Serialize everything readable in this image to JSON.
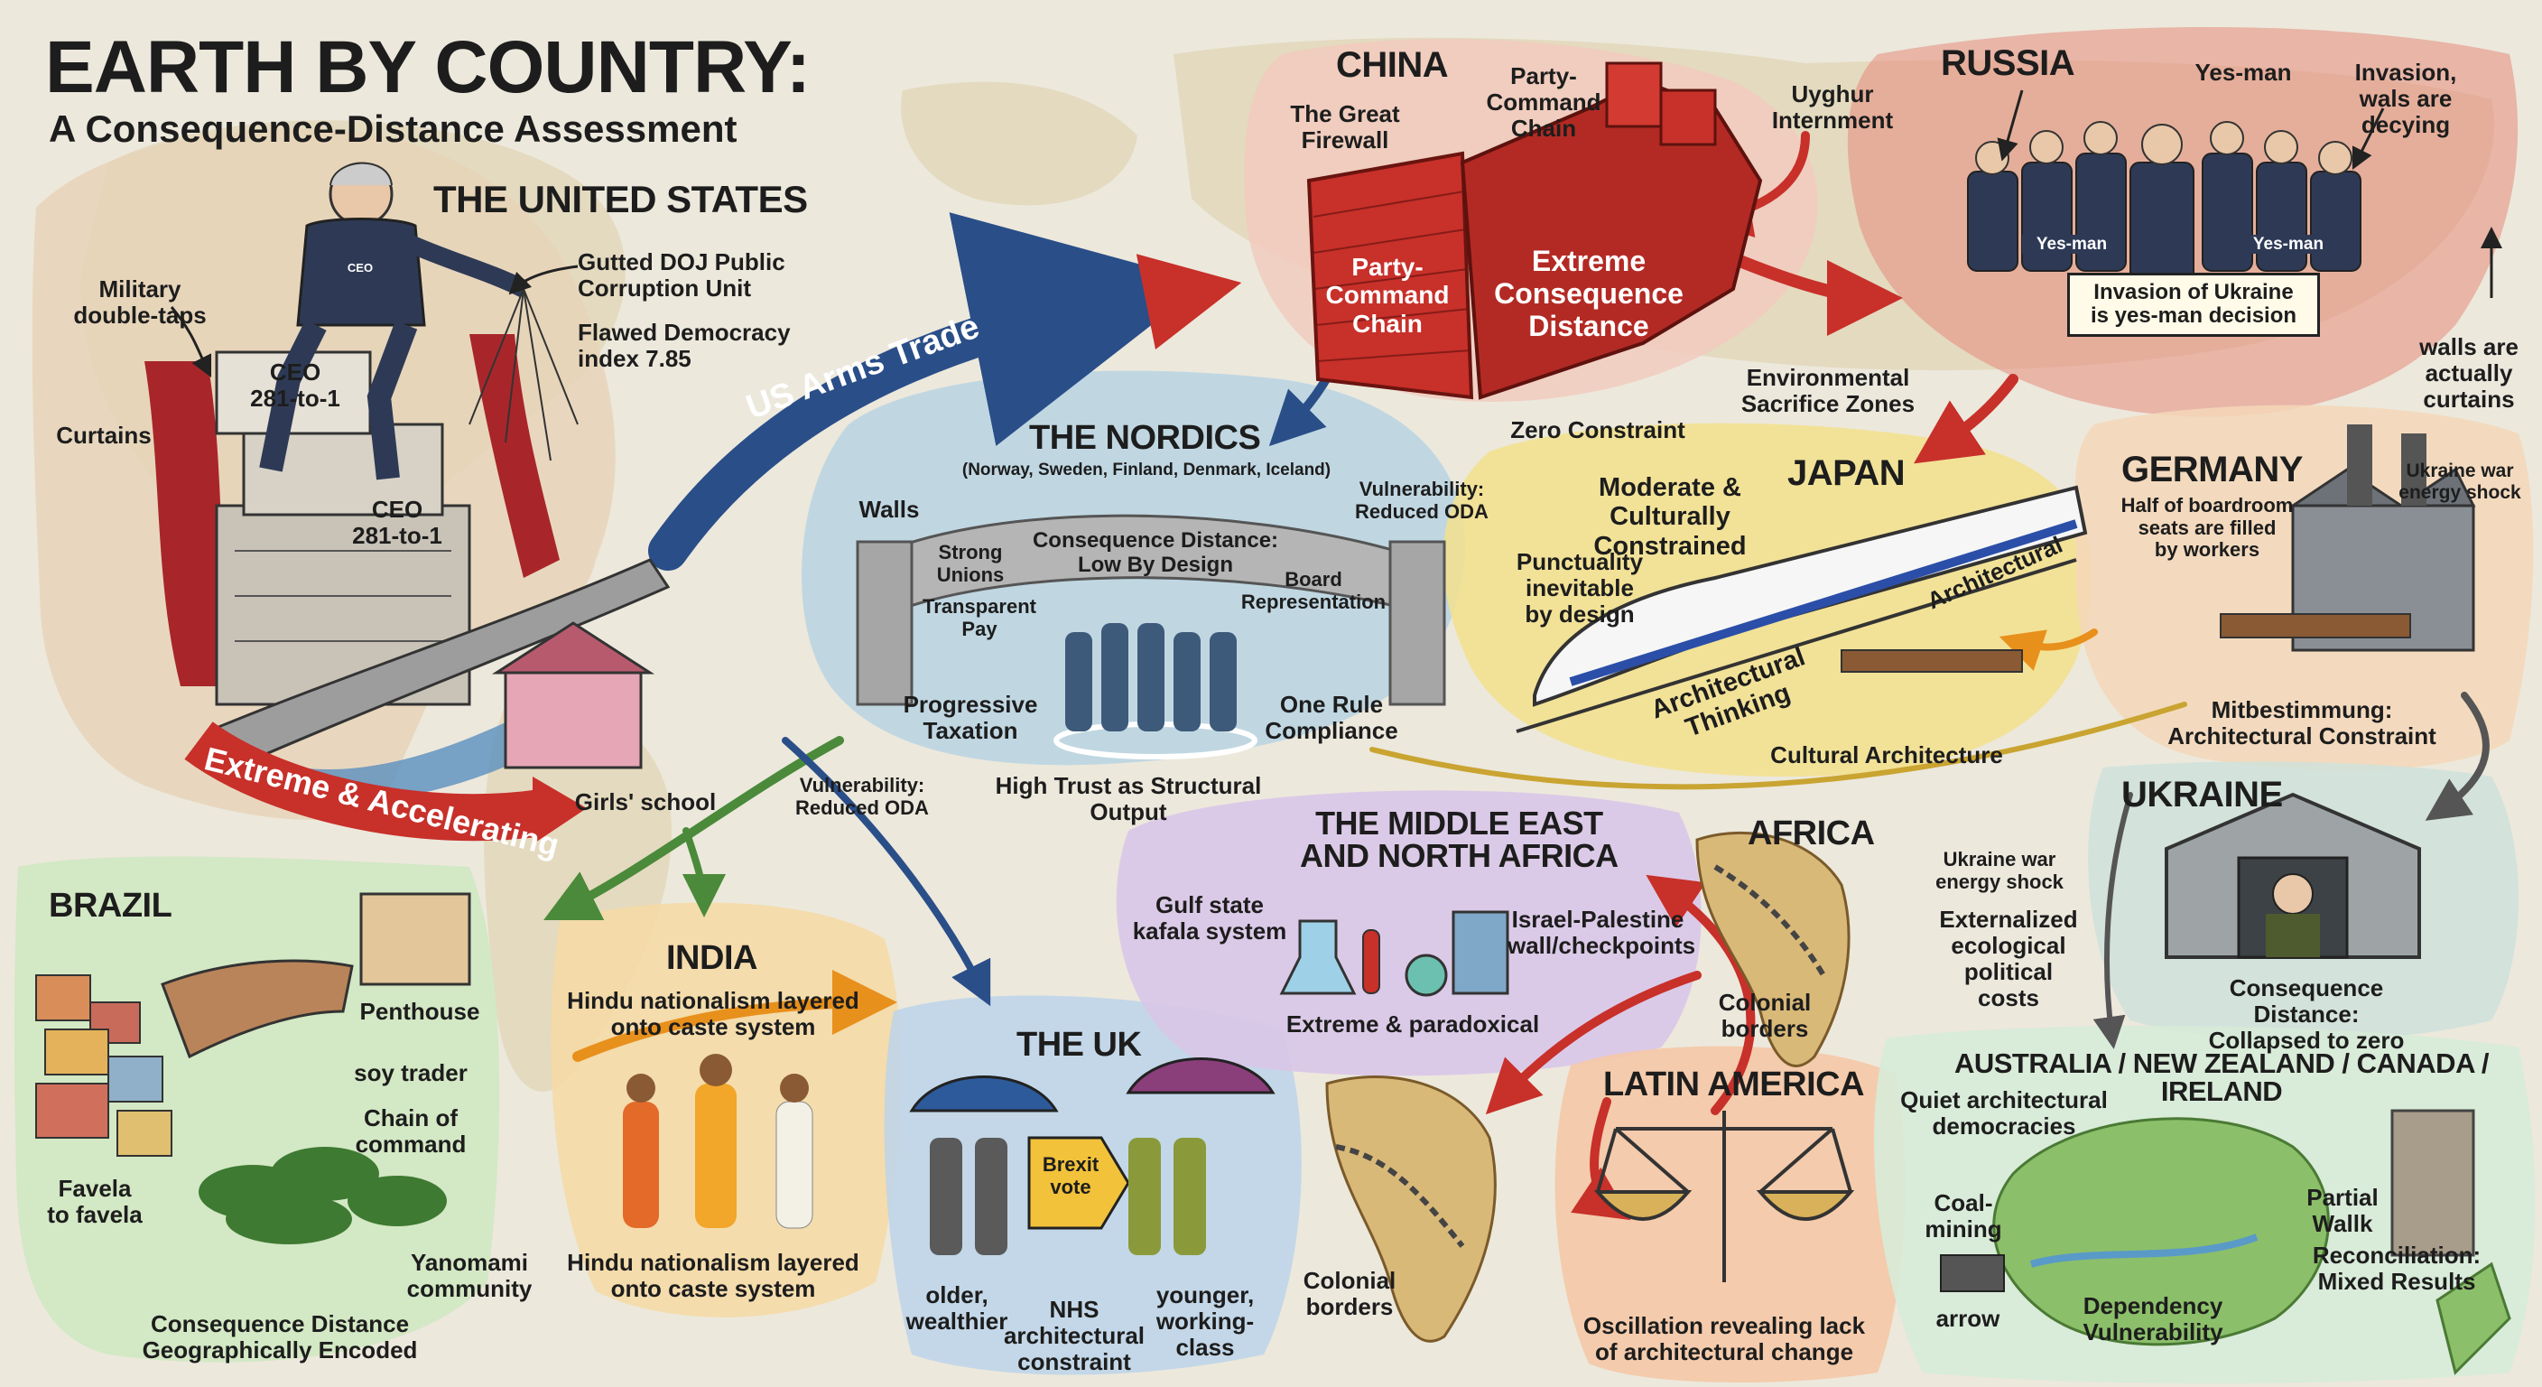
{
  "title": {
    "main": "EARTH BY COUNTRY:",
    "subtitle": "A Consequence-Distance Assessment"
  },
  "colors": {
    "us": "#e7d3b8",
    "china": "#c8302a",
    "russia": "#e58a7c",
    "nordics": "#b9d4e3",
    "japan": "#f3e08c",
    "germany": "#f4d7b9",
    "ukraine": "#cfe0db",
    "brazil": "#cfe7c0",
    "india": "#f6d9a3",
    "uk": "#bcd3ea",
    "mena": "#d9c7e8",
    "latam": "#f5c8a6",
    "anzc": "#d7ebd8",
    "africa": "#e6c88d"
  },
  "regions": {
    "us": {
      "heading": "THE UNITED STATES",
      "labels": [
        "Military\ndouble-taps",
        "Curtains",
        "Gutted DOJ Public\nCorruption Unit",
        "Flawed Democracy\nindex 7.85",
        "Girls' school"
      ],
      "tower_top": "CEO\n281-to-1",
      "tower_mid": "CEO\n281-to-1",
      "badge": "CEO",
      "ribbon": "Extreme & Accelerating",
      "arrow": "US Arms Trade"
    },
    "china": {
      "heading": "CHINA",
      "labels": [
        "The Great\nFirewall",
        "Party-\nCommand\nChain",
        "Uyghur\nInternment",
        "Environmental\nSacrifice Zones",
        "Zero Constraint"
      ],
      "wall_text": "Party-\nCommand\nChain",
      "core_text": "Extreme\nConsequence\nDistance"
    },
    "russia": {
      "heading": "RUSSIA",
      "labels": [
        "Yes-man",
        "Invasion,\nwals are\ndecying",
        "walls are\nactually\ncurtains"
      ],
      "tags": [
        "Yes-man",
        "Yes-man"
      ],
      "box": "Invasion of Ukraine\nis yes-man decision"
    },
    "nordics": {
      "heading": "THE NORDICS",
      "sub": "(Norway, Sweden, Finland, Denmark, Iceland)",
      "labels": [
        "Walls",
        "Vulnerability:\nReduced ODA",
        "Vulnerability:\nReduced ODA",
        "Progressive\nTaxation",
        "One Rule\nCompliance",
        "High Trust as Structural Output"
      ],
      "wall_items": [
        "Strong\nUnions",
        "Consequence Distance:\nLow By Design",
        "Board\nRepresentation",
        "Transparent\nPay"
      ]
    },
    "japan": {
      "heading": "JAPAN",
      "labels": [
        "Moderate &\nCulturally Constrained",
        "Punctuality\ninevitable\nby design",
        "Architectural",
        "Architectural\nThinking",
        "Cultural Architecture"
      ]
    },
    "germany": {
      "heading": "GERMANY",
      "labels": [
        "Half of boardroom\nseats are filled\nby workers",
        "Ukraine war\nenergy shock",
        "Mitbestimmung:\nArchitectural Constraint"
      ]
    },
    "ukraine": {
      "heading": "UKRAINE",
      "labels": [
        "Consequence Distance:\nCollapsed to zero"
      ]
    },
    "mena": {
      "heading": "THE MIDDLE EAST\nAND NORTH AFRICA",
      "labels": [
        "Gulf state\nkafala system",
        "Israel-Palestine\nwall/checkpoints",
        "Extreme & paradoxical"
      ]
    },
    "africa": {
      "heading": "AFRICA",
      "labels": [
        "Ukraine war\nenergy shock",
        "Externalized\necological\npolitical\ncosts",
        "Colonial\nborders",
        "Colonial\nborders"
      ]
    },
    "brazil": {
      "heading": "BRAZIL",
      "labels": [
        "Penthouse",
        "soy trader",
        "Chain of\ncommand",
        "Favela\nto favela",
        "Yanomami\ncommunity",
        "Consequence Distance\nGeographically Encoded"
      ]
    },
    "india": {
      "heading": "INDIA",
      "labels": [
        "Hindu nationalism layered\nonto caste system",
        "Hindu nationalism layered\nonto caste system"
      ]
    },
    "uk": {
      "heading": "THE UK",
      "labels": [
        "older,\nwealthier",
        "NHS\narchitectural\nconstraint",
        "younger,\nworking-class"
      ],
      "sign": "Brexit\nvote"
    },
    "latam": {
      "heading": "LATIN AMERICA",
      "labels": [
        "Oscillation revealing lack\nof architectural change"
      ]
    },
    "anzc": {
      "heading": "AUSTRALIA / NEW ZEALAND / CANADA / IRELAND",
      "labels": [
        "Quiet architectural\ndemocracies",
        "Coal-\nmining",
        "arrow",
        "Dependency\nVulnerability",
        "Partial\nWallk",
        "Reconciliation:\nMixed Results"
      ]
    }
  }
}
